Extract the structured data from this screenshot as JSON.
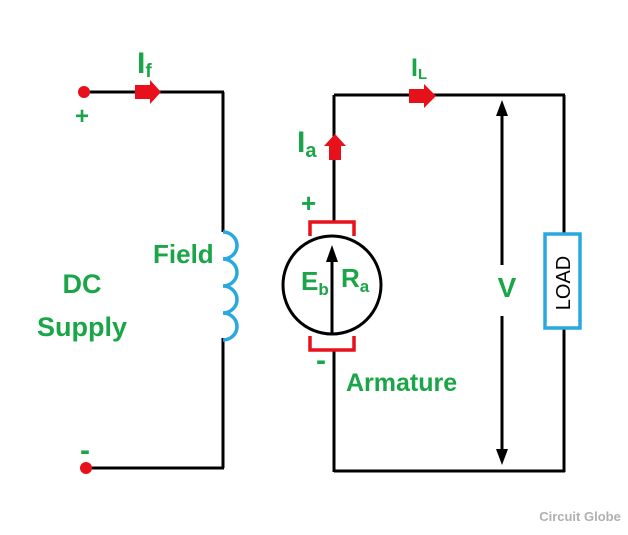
{
  "labels": {
    "field_current": "I",
    "field_current_sub": "f",
    "load_current": "I",
    "load_current_sub": "L",
    "armature_current": "I",
    "armature_current_sub": "a",
    "supply_plus": "+",
    "supply_minus": "-",
    "armature_plus": "+",
    "armature_minus": "-",
    "field": "Field",
    "dc_line1": "DC",
    "dc_line2": "Supply",
    "back_emf": "E",
    "back_emf_sub": "b",
    "armature_resistance": "R",
    "armature_resistance_sub": "a",
    "armature": "Armature",
    "voltage": "V",
    "load": "LOAD",
    "watermark": "Circuit Globe"
  },
  "colors": {
    "label_green": "#1aa548",
    "current_arrow_red": "#e8101a",
    "field_coil_blue": "#29a8df",
    "load_box_blue": "#29a8df",
    "brush_red": "#e8101a",
    "wire_black": "#000000",
    "watermark_gray": "#b0b0b0"
  },
  "icons": {
    "field_coil": "inductor-coil-icon",
    "motor": "armature-circle-icon",
    "current_arrow": "red-block-arrow-icon"
  }
}
